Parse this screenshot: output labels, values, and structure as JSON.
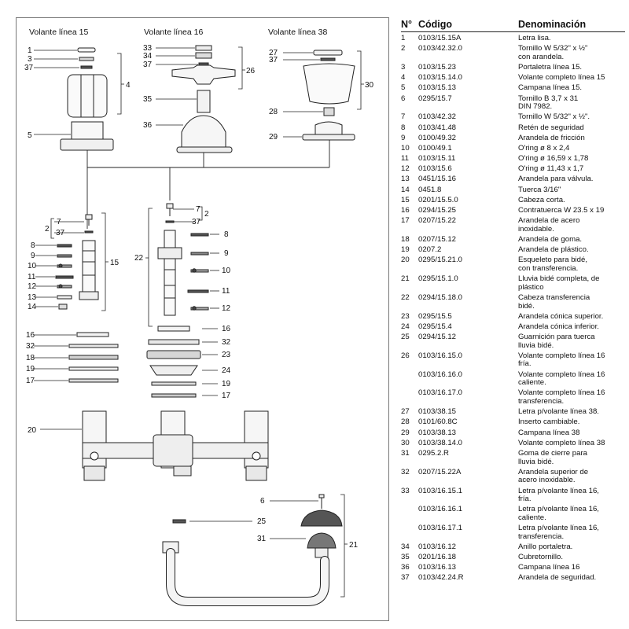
{
  "diagram": {
    "titles": [
      "Volante línea 15",
      "Volante línea 16",
      "Volante línea 38"
    ],
    "callouts": [
      "1",
      "3",
      "37",
      "4",
      "5",
      "33",
      "34",
      "37",
      "26",
      "35",
      "36",
      "27",
      "37",
      "30",
      "28",
      "29",
      "2",
      "7",
      "37",
      "8",
      "9",
      "10",
      "11",
      "12",
      "13",
      "14",
      "15",
      "7",
      "2",
      "37",
      "8",
      "22",
      "9",
      "10",
      "11",
      "12",
      "16",
      "32",
      "18",
      "19",
      "17",
      "16",
      "32",
      "23",
      "24",
      "19",
      "17",
      "20",
      "6",
      "25",
      "31",
      "21"
    ]
  },
  "table": {
    "headers": {
      "num": "N°",
      "code": "Código",
      "name": "Denominación"
    },
    "rows": [
      {
        "n": "1",
        "c": "0103/15.15A",
        "d": "Letra lisa."
      },
      {
        "n": "2",
        "c": "0103/42.32.0",
        "d": "Tornillo W 5/32\" x ½\"\ncon arandela."
      },
      {
        "n": "3",
        "c": "0103/15.23",
        "d": "Portaletra línea 15."
      },
      {
        "n": "4",
        "c": "0103/15.14.0",
        "d": "Volante completo línea 15"
      },
      {
        "n": "5",
        "c": "0103/15.13",
        "d": "Campana línea 15."
      },
      {
        "n": "6",
        "c": "0295/15.7",
        "d": "Tornillo B 3,7 x 31\nDIN 7982."
      },
      {
        "n": "7",
        "c": "0103/42.32",
        "d": "Tornillo W 5/32\" x ½\"."
      },
      {
        "n": "8",
        "c": "0103/41.48",
        "d": "Retén de seguridad"
      },
      {
        "n": "9",
        "c": "0100/49.32",
        "d": "Arandela de fricción"
      },
      {
        "n": "10",
        "c": "0100/49.1",
        "d": "O'ring ø 8 x 2,4"
      },
      {
        "n": "11",
        "c": "0103/15.11",
        "d": "O'ring ø 16,59 x 1,78"
      },
      {
        "n": "12",
        "c": "0103/15.6",
        "d": "O'ring ø 11,43 x 1,7"
      },
      {
        "n": "13",
        "c": "0451/15.16",
        "d": "Arandela para válvula."
      },
      {
        "n": "14",
        "c": "0451.8",
        "d": "Tuerca 3/16\""
      },
      {
        "n": "15",
        "c": "0201/15.5.0",
        "d": "Cabeza corta."
      },
      {
        "n": "16",
        "c": "0294/15.25",
        "d": "Contratuerca W 23.5 x 19"
      },
      {
        "n": "17",
        "c": "0207/15.22",
        "d": "Arandela de acero\ninoxidable."
      },
      {
        "n": "18",
        "c": "0207/15.12",
        "d": "Arandela de goma."
      },
      {
        "n": "19",
        "c": "0207.2",
        "d": "Arandela de plástico."
      },
      {
        "n": "20",
        "c": "0295/15.21.0",
        "d": "Esqueleto para bidé,\ncon transferencia."
      },
      {
        "n": "21",
        "c": "0295/15.1.0",
        "d": "Lluvia bidé completa, de\nplástico"
      },
      {
        "n": "22",
        "c": "0294/15.18.0",
        "d": "Cabeza transferencia\nbidé."
      },
      {
        "n": "23",
        "c": "0295/15.5",
        "d": "Arandela cónica superior."
      },
      {
        "n": "24",
        "c": "0295/15.4",
        "d": "Arandela cónica inferior."
      },
      {
        "n": "25",
        "c": "0294/15.12",
        "d": "Guarnición para tuerca\nlluvia bidé."
      },
      {
        "n": "26",
        "c": "0103/16.15.0",
        "d": "Volante completo línea 16\nfría."
      },
      {
        "n": "",
        "c": "0103/16.16.0",
        "d": "Volante completo línea 16\ncaliente."
      },
      {
        "n": "",
        "c": "0103/16.17.0",
        "d": "Volante completo línea 16\ntransferencia."
      },
      {
        "n": "27",
        "c": "0103/38.15",
        "d": "Letra p/volante línea 38."
      },
      {
        "n": "28",
        "c": "0101/60.8C",
        "d": "Inserto cambiable."
      },
      {
        "n": "29",
        "c": "0103/38.13",
        "d": "Campana línea 38"
      },
      {
        "n": "30",
        "c": "0103/38.14.0",
        "d": "Volante completo línea 38"
      },
      {
        "n": "31",
        "c": "0295.2.R",
        "d": "Goma de cierre para\nlluvia bidé."
      },
      {
        "n": "32",
        "c": "0207/15.22A",
        "d": "Arandela superior de\nacero inoxidable."
      },
      {
        "n": "33",
        "c": "0103/16.15.1",
        "d": "Letra p/volante línea 16,\nfría."
      },
      {
        "n": "",
        "c": "0103/16.16.1",
        "d": "Letra p/volante línea 16,\ncaliente."
      },
      {
        "n": "",
        "c": "0103/16.17.1",
        "d": "Letra p/volante línea 16,\ntransferencia."
      },
      {
        "n": "34",
        "c": "0103/16.12",
        "d": "Anillo portaletra."
      },
      {
        "n": "35",
        "c": "0201/16.18",
        "d": "Cubretornillo."
      },
      {
        "n": "36",
        "c": "0103/16.13",
        "d": "Campana línea 16"
      },
      {
        "n": "37",
        "c": "0103/42.24.R",
        "d": "Arandela de seguridad."
      }
    ]
  }
}
